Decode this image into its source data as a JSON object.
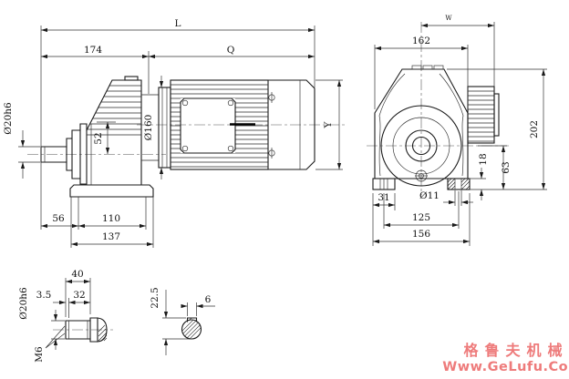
{
  "drawing": {
    "background": "#ffffff",
    "line_color": "#1a1a1a"
  },
  "side_view": {
    "name": "gearmotor side view",
    "dims": {
      "overall_length": "L",
      "gear_unit_length": "174",
      "motor_length": "Q",
      "shaft_diameter": "Ø20h6",
      "shaft_center_offset": "52",
      "flange_diameter": "Ø160",
      "motor_height": "Y",
      "shaft_to_foot": "56",
      "foot_hole_span": "110",
      "foot_length": "137"
    }
  },
  "end_view": {
    "name": "gearmotor end view",
    "dims": {
      "top_width": "W",
      "housing_width": "162",
      "total_height": "202",
      "center_height": "63",
      "foot_thickness": "18",
      "foot_width": "31",
      "foot_hole_diameter": "Ø11",
      "foot_hole_span": "125",
      "foot_overall_width": "156"
    }
  },
  "shaft_detail": {
    "name": "output shaft end detail",
    "dims": {
      "shaft_length": "40",
      "key_length": "32",
      "end_step": "3.5",
      "shaft_diameter": "Ø20h6",
      "tap_thread": "M6"
    }
  },
  "key_section": {
    "name": "shaft key cross-section",
    "dims": {
      "height_over_key": "22.5",
      "key_width": "6"
    }
  },
  "watermark": {
    "brand": "格鲁夫机械",
    "url": "Www.GeLufu.Com",
    "color": "#ee7b7b"
  }
}
